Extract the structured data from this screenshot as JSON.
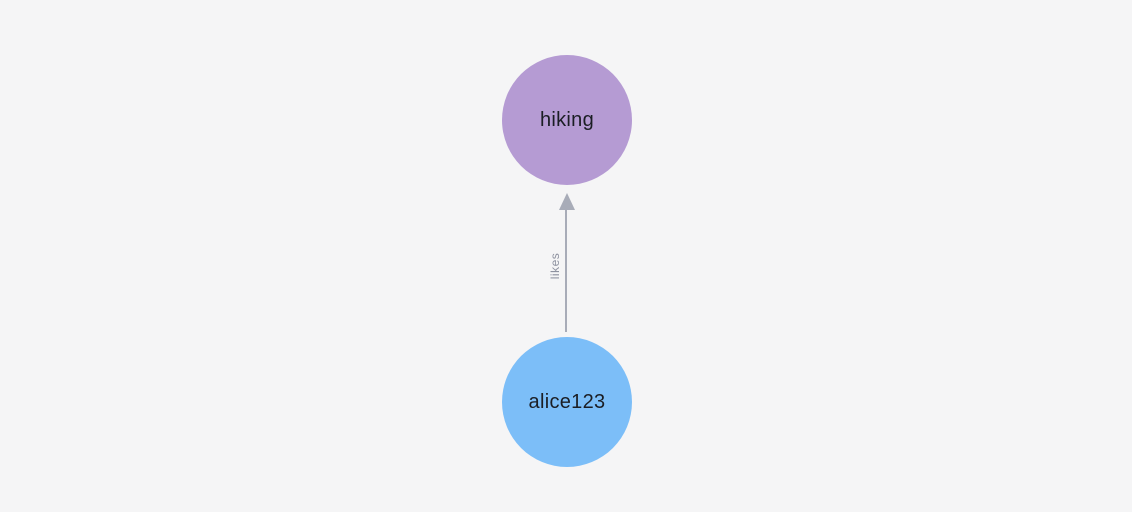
{
  "canvas": {
    "background": "#f5f5f6"
  },
  "graph": {
    "nodes": [
      {
        "id": "hiking",
        "label": "hiking",
        "color": "#b59bd3",
        "text_color": "#1b1e24"
      },
      {
        "id": "alice123",
        "label": "alice123",
        "color": "#7cbef8",
        "text_color": "#1b1e24"
      }
    ],
    "edges": [
      {
        "from": "alice123",
        "to": "hiking",
        "label": "likes",
        "color": "#a8acb8",
        "label_color": "#8e92a0"
      }
    ]
  }
}
